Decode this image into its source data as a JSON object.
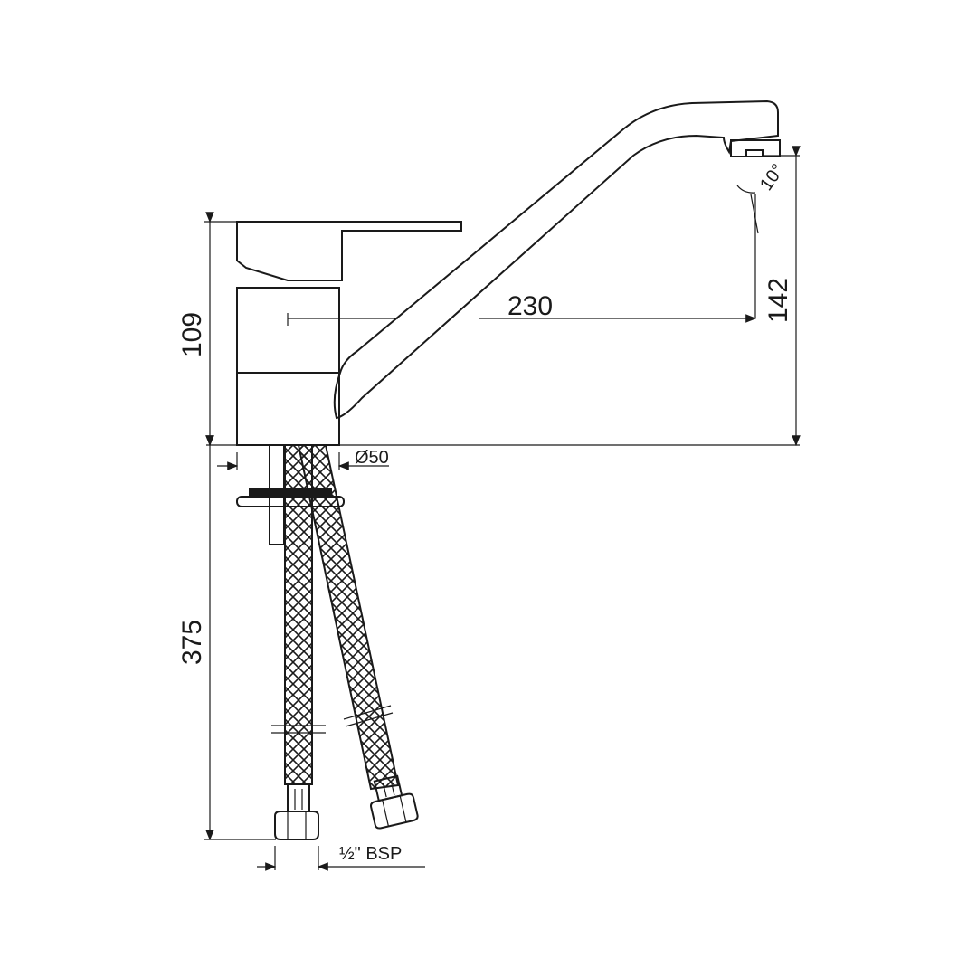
{
  "dimensions": {
    "lever_height": "109",
    "spout_reach": "230",
    "spout_height": "142",
    "body_diameter": "Ø50",
    "hose_length": "375",
    "connection": "½\" BSP",
    "spout_angle": "10°"
  },
  "colors": {
    "line": "#1a1a1a",
    "background": "#ffffff"
  }
}
